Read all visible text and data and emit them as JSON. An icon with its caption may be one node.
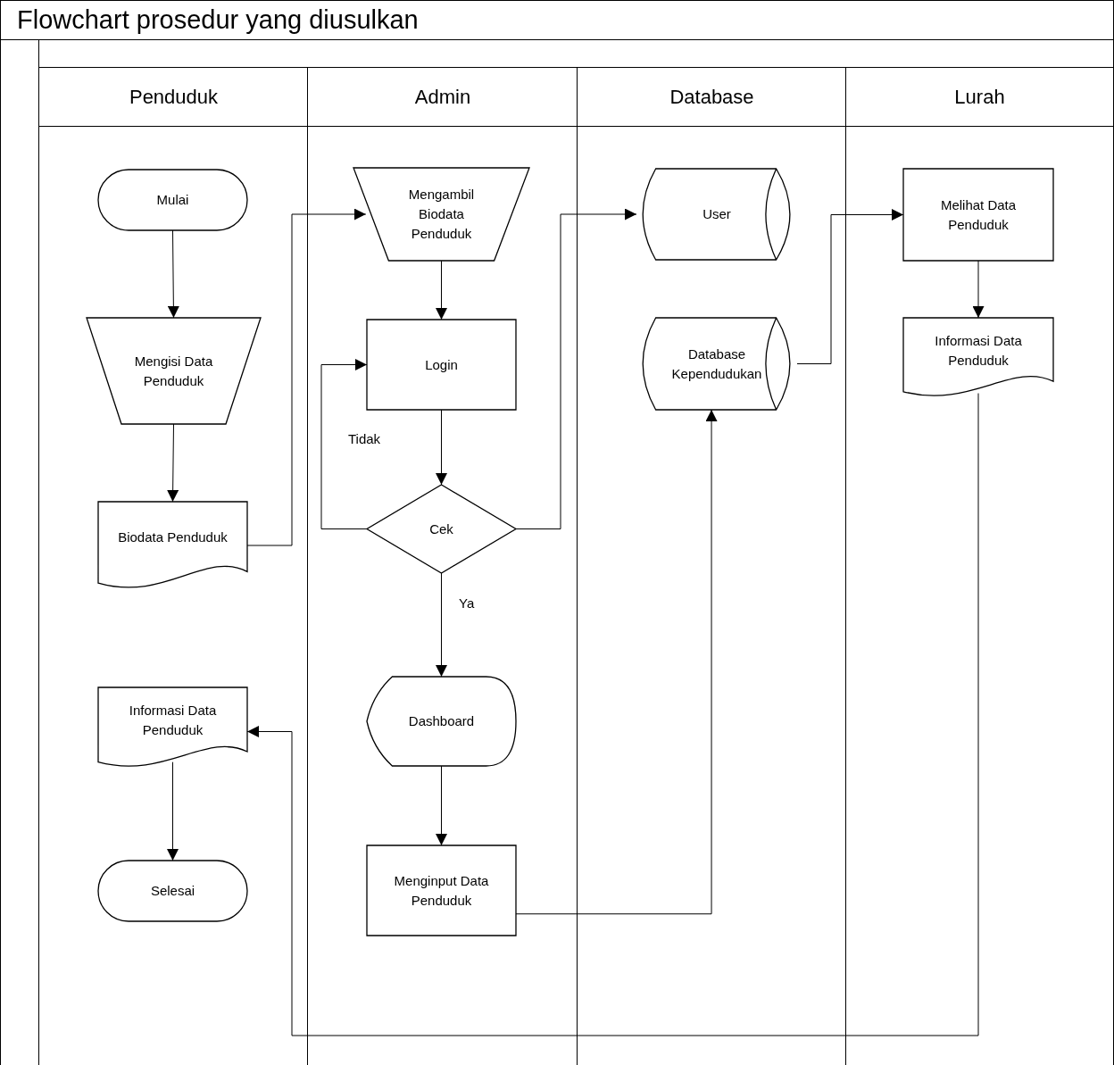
{
  "diagram": {
    "title": "Flowchart prosedur yang diusulkan",
    "nodes": [
      {
        "text": [
          "Penduduk"
        ]
      },
      {
        "text": [
          "Admin"
        ]
      },
      {
        "text": [
          "Database"
        ]
      },
      {
        "text": [
          "Lurah"
        ]
      },
      {
        "text": [
          "Mulai"
        ],
        "in": 0
      },
      {
        "text": [
          "Mengisi Data Penduduk"
        ],
        "in": 0
      },
      {
        "text": [
          "Biodata Penduduk"
        ],
        "in": 0
      },
      {
        "text": [
          "Informasi Data Penduduk"
        ],
        "in": 0
      },
      {
        "text": [
          "Selesai"
        ],
        "in": 0
      },
      {
        "text": [
          "Mengambil Biodata Penduduk"
        ],
        "in": 1
      },
      {
        "text": [
          "Login"
        ],
        "in": 1
      },
      {
        "text": [
          "Cek"
        ],
        "in": 1
      },
      {
        "text": [
          "Dashboard"
        ],
        "in": 1
      },
      {
        "text": [
          "Menginput Data Penduduk"
        ],
        "in": 1
      },
      {
        "text": [
          "User"
        ],
        "in": 2
      },
      {
        "text": [
          "Database Kependudukan"
        ],
        "in": 2
      },
      {
        "text": [
          "Melihat Data Penduduk"
        ],
        "in": 3
      },
      {
        "text": [
          "Informasi Data Penduduk"
        ],
        "in": 3
      }
    ],
    "edges": [
      {
        "from": 4,
        "to": 5,
        "arrow": "to"
      },
      {
        "from": 5,
        "to": 6,
        "arrow": "to"
      },
      {
        "from": 6,
        "to": 9,
        "arrow": "to"
      },
      {
        "from": 9,
        "to": 10,
        "arrow": "to"
      },
      {
        "from": 10,
        "to": 11,
        "arrow": "to"
      },
      {
        "from": 11,
        "to": 10,
        "arrow": "to",
        "label": "Tidak"
      },
      {
        "from": 11,
        "to": 14,
        "arrow": "to"
      },
      {
        "from": 11,
        "to": 12,
        "arrow": "to",
        "label": "Ya"
      },
      {
        "from": 12,
        "to": 13,
        "arrow": "to"
      },
      {
        "from": 13,
        "to": 15,
        "arrow": "to"
      },
      {
        "from": 15,
        "to": 16,
        "arrow": "to"
      },
      {
        "from": 16,
        "to": 17,
        "arrow": "to"
      },
      {
        "from": 17,
        "to": 7,
        "arrow": "to"
      },
      {
        "from": 7,
        "to": 8,
        "arrow": "to"
      }
    ]
  }
}
